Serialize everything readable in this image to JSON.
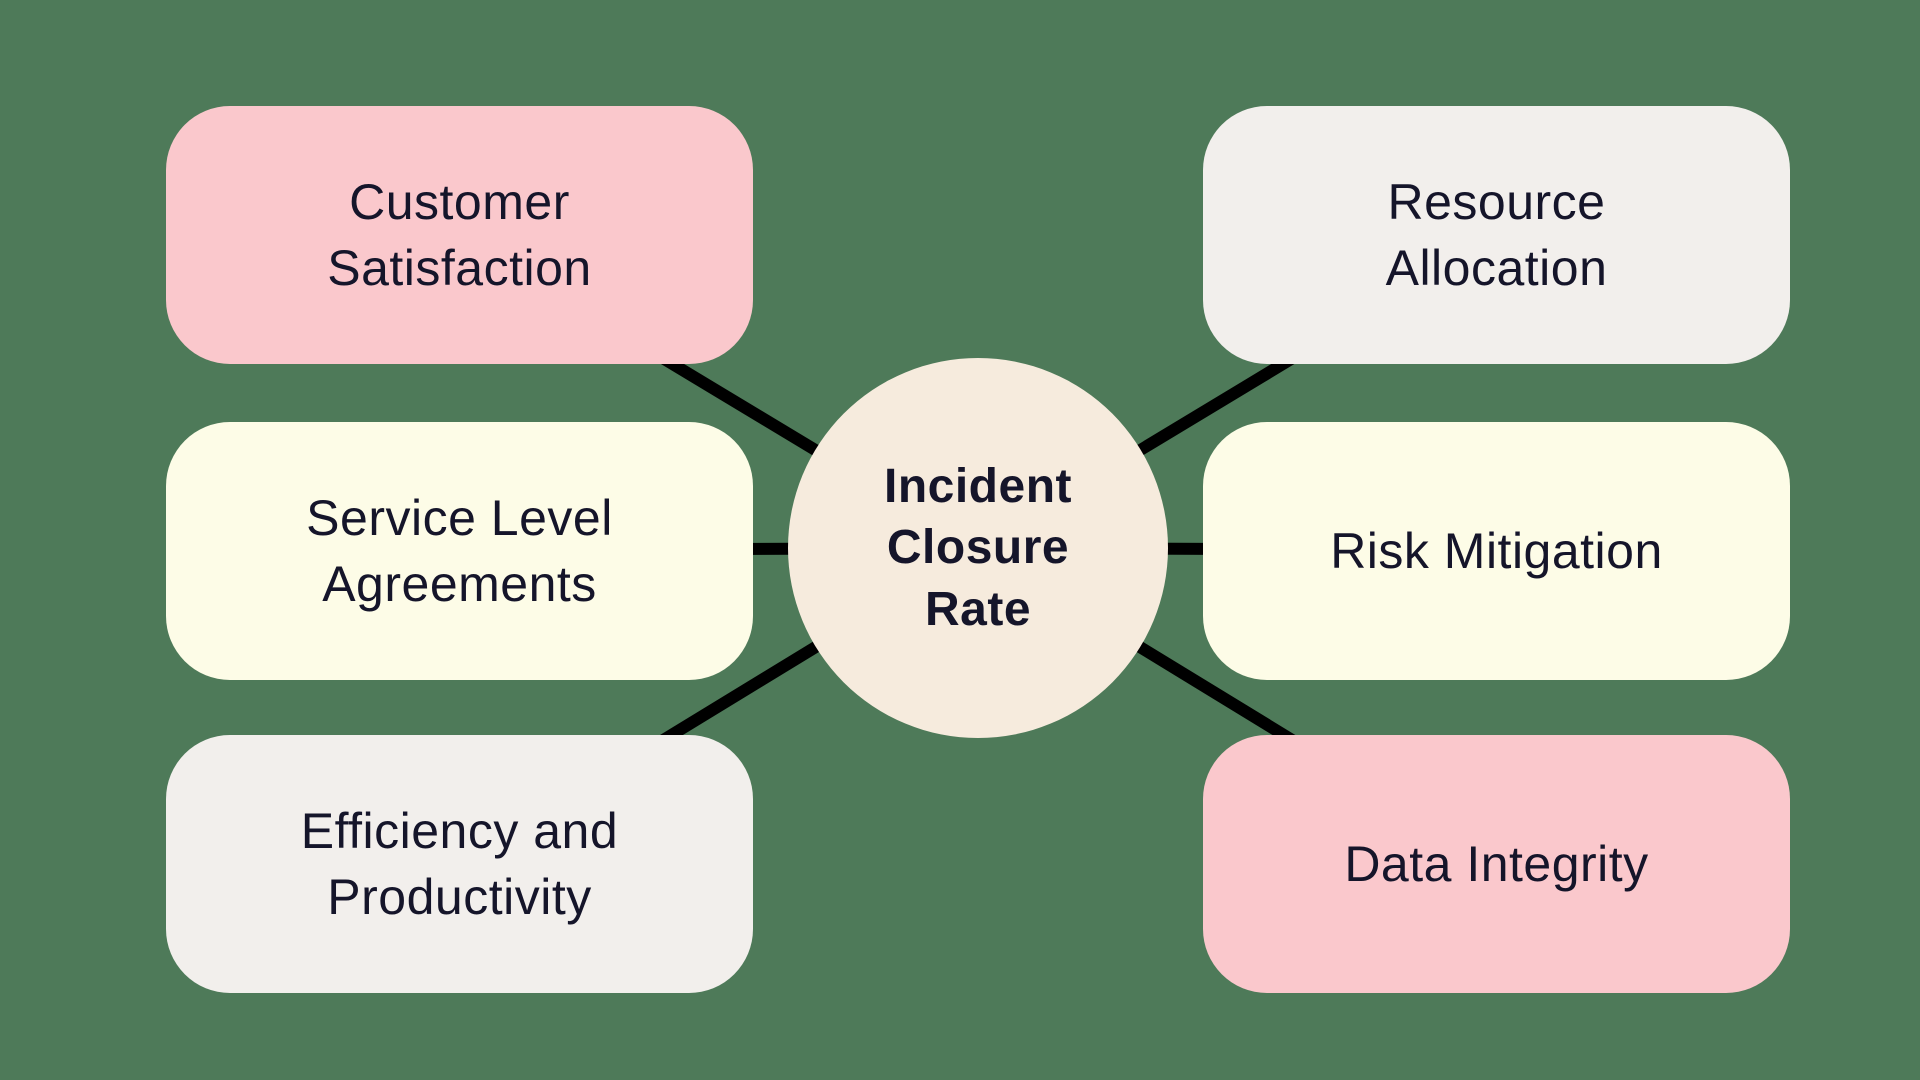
{
  "diagram": {
    "title": "Incident Closure Rate mind map",
    "background_color": "#4e7a59",
    "connector_color": "#000000",
    "center": {
      "label": "Incident Closure Rate",
      "bg": "#f6ebdd"
    },
    "nodes": [
      {
        "id": "customer-satisfaction",
        "label": "Customer Satisfaction",
        "bg": "#fac8cc",
        "side": "left",
        "row": 0
      },
      {
        "id": "service-level-agreements",
        "label": "Service Level Agreements",
        "bg": "#fdfce7",
        "side": "left",
        "row": 1
      },
      {
        "id": "efficiency-and-productivity",
        "label": "Efficiency and Productivity",
        "bg": "#f2efec",
        "side": "left",
        "row": 2
      },
      {
        "id": "resource-allocation",
        "label": "Resource Allocation",
        "bg": "#f2efec",
        "side": "right",
        "row": 0
      },
      {
        "id": "risk-mitigation",
        "label": "Risk Mitigation",
        "bg": "#fdfce7",
        "side": "right",
        "row": 1
      },
      {
        "id": "data-integrity",
        "label": "Data Integrity",
        "bg": "#fac8cc",
        "side": "right",
        "row": 2
      }
    ]
  }
}
